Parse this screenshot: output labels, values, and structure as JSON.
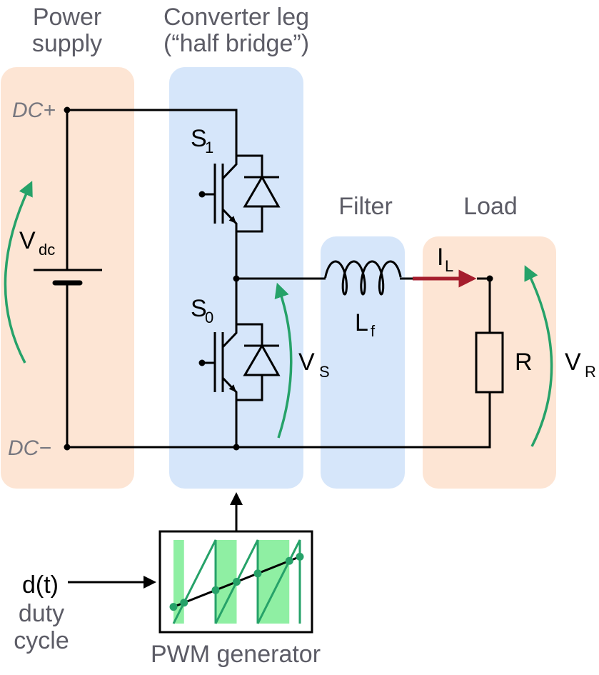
{
  "sections": {
    "power_supply": {
      "line1": "Power",
      "line2": "supply"
    },
    "converter_leg": {
      "line1": "Converter leg",
      "line2": "(“half bridge”)"
    },
    "filter": "Filter",
    "load": "Load"
  },
  "nodes": {
    "dc_plus": "DC+",
    "dc_minus": "DC−"
  },
  "components": {
    "supply_voltage": {
      "symbol": "V",
      "subscript": "dc"
    },
    "switch_high": {
      "symbol": "S",
      "subscript": "1"
    },
    "switch_low": {
      "symbol": "S",
      "subscript": "0"
    },
    "switch_voltage": {
      "symbol": "V",
      "subscript": "S"
    },
    "filter_inductor": {
      "symbol": "L",
      "subscript": "f"
    },
    "load_current": {
      "symbol": "I",
      "subscript": "L"
    },
    "load_resistor": {
      "symbol": "R"
    },
    "load_voltage": {
      "symbol": "V",
      "subscript": "R"
    }
  },
  "pwm": {
    "title": "PWM generator",
    "input_label": "d(t)",
    "input_caption_line1": "duty",
    "input_caption_line2": "cycle",
    "duty_start": 0.2,
    "duty_end": 0.8,
    "carrier_periods": 3
  },
  "colors": {
    "supply_region": "#FDE5D4",
    "converter_region": "#D6E6FA",
    "voltage_arrow": "#26A269",
    "current_arrow": "#A51D2D",
    "pwm_on": "#8FEFA3",
    "pwm_lines": "#26A269",
    "wire": "#000000"
  }
}
